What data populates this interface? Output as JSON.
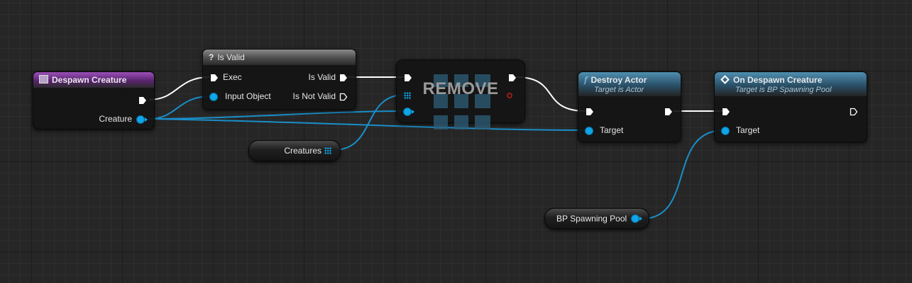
{
  "nodes": {
    "despawn": {
      "title": "Despawn Creature",
      "creature_label": "Creature"
    },
    "is_valid": {
      "title": "Is Valid",
      "exec_label": "Exec",
      "input_object_label": "Input Object",
      "is_valid_label": "Is Valid",
      "is_not_valid_label": "Is Not Valid"
    },
    "remove": {
      "title": "REMOVE"
    },
    "destroy_actor": {
      "title": "Destroy Actor",
      "subtitle": "Target is Actor",
      "target_label": "Target"
    },
    "on_despawn": {
      "title": "On Despawn Creature",
      "subtitle": "Target is BP Spawning Pool",
      "target_label": "Target"
    }
  },
  "variables": {
    "creatures": "Creatures",
    "bp_spawning_pool": "BP Spawning Pool"
  },
  "colors": {
    "object_pin": "#0ea5e9",
    "exec_wire": "#ffffff",
    "event_header": "#9b4fb8",
    "function_header": "#4f8fb0"
  }
}
